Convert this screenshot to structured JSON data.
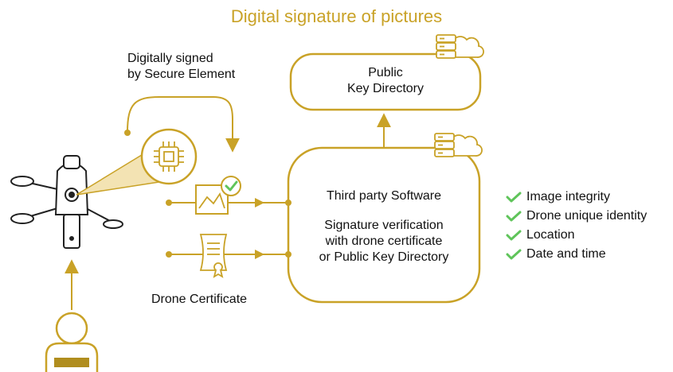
{
  "title": "Digital signature of pictures",
  "labels": {
    "signed_line1": "Digitally signed",
    "signed_line2": "by Secure Element",
    "pkd_line1": "Public",
    "pkd_line2": "Key Directory",
    "software": "Third party Software",
    "verify_line1": "Signature verification",
    "verify_line2": "with drone certificate",
    "verify_line3": "or Public Key Directory",
    "drone_certificate": "Drone Certificate"
  },
  "checks": [
    "Image integrity",
    "Drone unique identity",
    "Location",
    "Date and time"
  ],
  "icons": [
    "drone-icon",
    "chip-icon",
    "picture-icon",
    "checkmark-badge-icon",
    "certificate-icon",
    "server-cloud-icon",
    "pilot-icon",
    "check-icon"
  ],
  "colors": {
    "accent": "#c9a227",
    "dark_gold": "#b08d1e",
    "check_green": "#5fc45a",
    "text": "#111111"
  }
}
